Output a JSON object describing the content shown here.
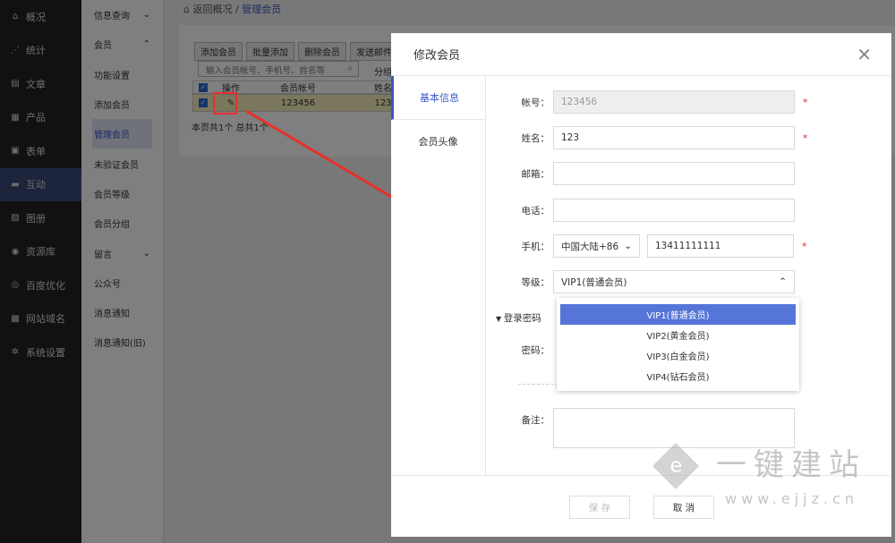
{
  "sidebar": {
    "items": [
      {
        "icon": "home-icon",
        "label": "概况"
      },
      {
        "icon": "chart-icon",
        "label": "统计"
      },
      {
        "icon": "article-icon",
        "label": "文章"
      },
      {
        "icon": "grid-icon",
        "label": "产品"
      },
      {
        "icon": "form-icon",
        "label": "表单"
      },
      {
        "icon": "chat-icon",
        "label": "互动"
      },
      {
        "icon": "image-icon",
        "label": "图册"
      },
      {
        "icon": "database-icon",
        "label": "资源库"
      },
      {
        "icon": "seo-icon",
        "label": "百度优化"
      },
      {
        "icon": "domain-icon",
        "label": "网站域名"
      },
      {
        "icon": "gear-icon",
        "label": "系统设置"
      }
    ]
  },
  "subnav": {
    "items": [
      "信息查询",
      "会员",
      "功能设置",
      "添加会员",
      "管理会员",
      "未验证会员",
      "会员等级",
      "会员分组",
      "留言",
      "公众号",
      "消息通知",
      "消息通知(旧)"
    ]
  },
  "breadcrumb": {
    "back": "返回概况",
    "current": "管理会员"
  },
  "toolbar": {
    "buttons": [
      "添加会员",
      "批量添加",
      "删除会员",
      "发送邮件"
    ],
    "search_placeholder": "输入会员帐号、手机号、姓名等",
    "group_label": "分组"
  },
  "table": {
    "headers": [
      "操作",
      "会员帐号",
      "姓名"
    ],
    "rows": [
      {
        "account": "123456",
        "name": "123"
      }
    ],
    "footer": "本页共1个 总共1个"
  },
  "modal": {
    "title": "修改会员",
    "tabs": [
      "基本信息",
      "会员头像"
    ],
    "fields": {
      "account_label": "帐号：",
      "account": "123456",
      "name_label": "姓名：",
      "name": "123",
      "email_label": "邮箱：",
      "phone_label": "电话：",
      "mobile_label": "手机：",
      "country": "中国大陆+86",
      "mobile": "13411111111",
      "level_label": "等级：",
      "level": "VIP1(普通会员)",
      "login_section": "登录密码",
      "password_label": "密码：",
      "remark_label": "备注："
    },
    "required": "*",
    "level_options": [
      "VIP1(普通会员)",
      "VIP2(黄金会员)",
      "VIP3(白金会员)",
      "VIP4(钻石会员)"
    ],
    "save": "保 存",
    "cancel": "取 消"
  },
  "watermark": {
    "brand": "一键建站",
    "url": "www.ejjz.cn"
  },
  "colors": {
    "accent": "#3a57c4",
    "selected": "#5575d9",
    "annotation": "#e8302a"
  }
}
